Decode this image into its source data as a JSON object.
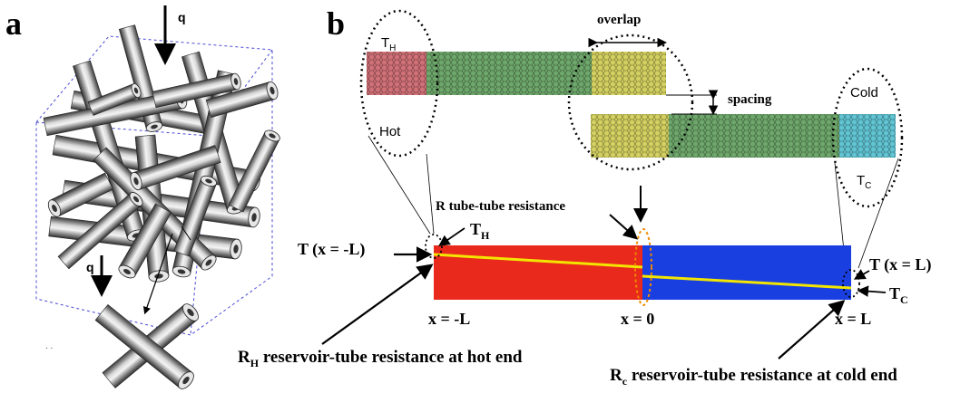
{
  "panel_a": {
    "label": "a",
    "q_top": "q",
    "q_bottom": "q",
    "ellipsis": ". ."
  },
  "panel_b": {
    "label": "b",
    "overlap": "overlap",
    "spacing": "spacing",
    "hot_label": "Hot",
    "cold_label": "Cold",
    "th_main": "T",
    "th_sub": "H",
    "tc_main": "T",
    "tc_sub": "C",
    "r_tube": "R tube-tube resistance",
    "th2_main": "T",
    "th2_sub": "H",
    "t_left": "T (x = -L)",
    "t_right": "T (x = L)",
    "tc2_main": "T",
    "tc2_sub": "C",
    "x_left": "x = -L",
    "x_zero": "x = 0",
    "x_right": "x = L",
    "rh_main": "R",
    "rh_sub": "H",
    "rh_rest": " reservoir-tube resistance at hot end",
    "rc_main": "R",
    "rc_sub": "c",
    "rc_rest": " reservoir-tube resistance at cold end"
  },
  "colors": {
    "hot": "#e8291c",
    "cold": "#1a3fe0",
    "profile": "#f2e600",
    "tube_green": "#3e8a3a",
    "tube_red": "#c0404a",
    "tube_yellow": "#c8c43a",
    "tube_cyan": "#3ab5c8",
    "dashed_orange": "#f08a00"
  }
}
